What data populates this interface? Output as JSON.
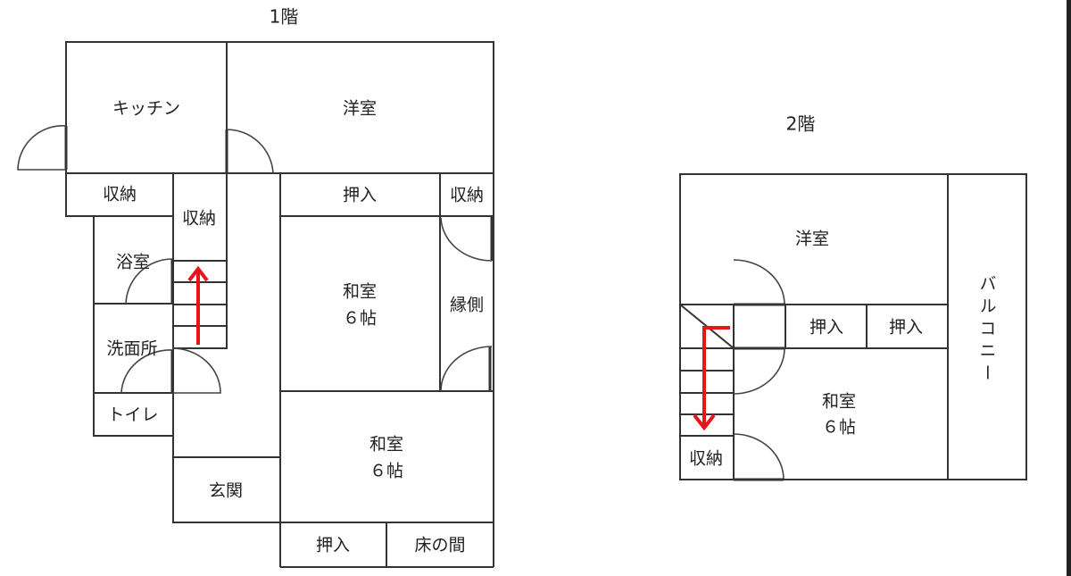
{
  "floor1": {
    "title": "1階",
    "rooms": {
      "kitchen": "キッチン",
      "western_room": "洋室",
      "storage_left": "収納",
      "storage_stairs": "収納",
      "bath": "浴室",
      "washroom": "洗面所",
      "toilet": "トイレ",
      "entrance": "玄関",
      "closet_top": "押入",
      "storage_right": "収納",
      "japanese_room_upper": "和室",
      "japanese_room_upper_size": "６帖",
      "veranda": "縁側",
      "japanese_room_lower": "和室",
      "japanese_room_lower_size": "６帖",
      "closet_bottom": "押入",
      "tokonoma": "床の間"
    },
    "stairs_direction": "up"
  },
  "floor2": {
    "title": "2階",
    "rooms": {
      "western_room": "洋室",
      "closet_1": "押入",
      "closet_2": "押入",
      "japanese_room": "和室",
      "japanese_room_size": "６帖",
      "storage": "収納",
      "balcony": "バルコニー"
    },
    "stairs_direction": "down"
  },
  "colors": {
    "walls": "#333333",
    "arrow": "#e8141a"
  }
}
